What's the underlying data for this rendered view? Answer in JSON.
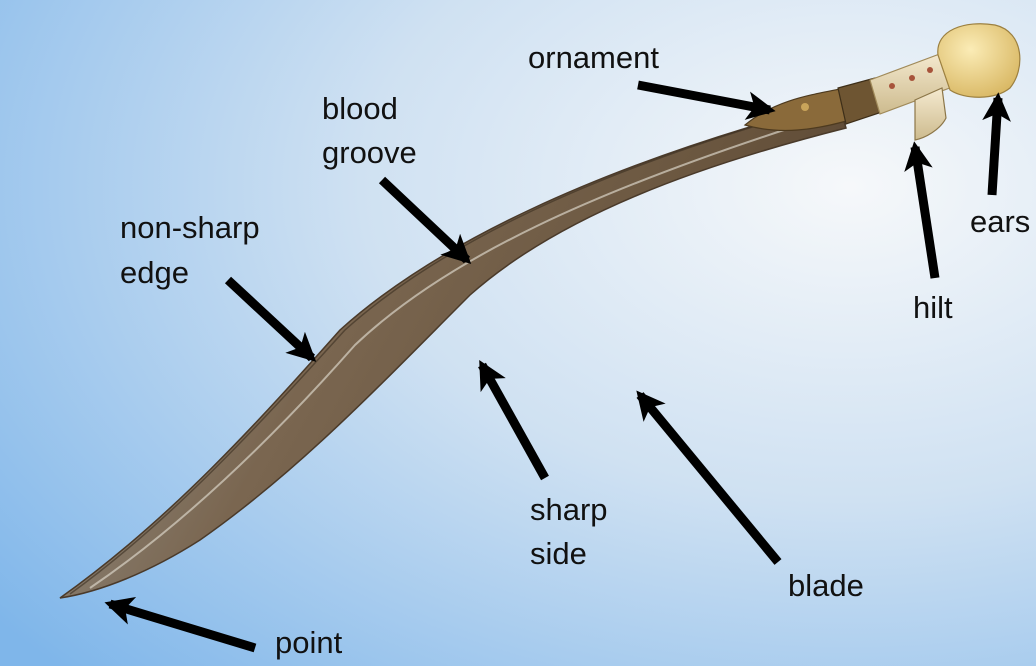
{
  "labels": {
    "ornament": "ornament",
    "blood": "blood",
    "groove": "groove",
    "non_sharp": "non-sharp",
    "edge": "edge",
    "ears": "ears",
    "hilt": "hilt",
    "sharp": "sharp",
    "side": "side",
    "blade": "blade",
    "point": "point"
  },
  "colors": {
    "background_light": "#eef3f7",
    "background_blue": "#8fc0ec",
    "blade_steel": "#8c7a62",
    "blade_dark": "#5e4a36",
    "handle_bone": "#efe2ba",
    "pommel": "#f3dc95",
    "brass": "#8a6a3a",
    "arrow": "#000000"
  }
}
